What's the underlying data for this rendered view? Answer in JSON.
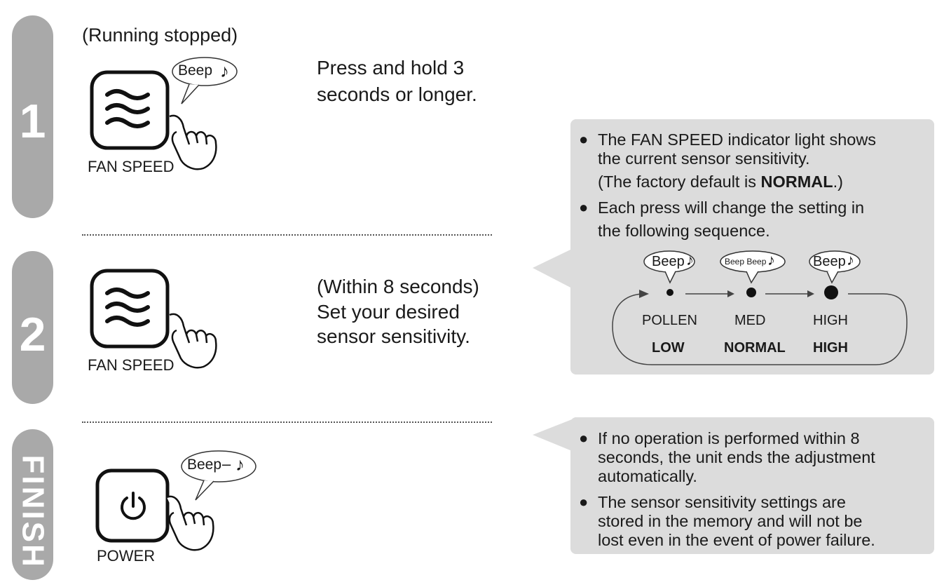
{
  "step1": {
    "number": "1",
    "status": "(Running stopped)",
    "bubble": "Beep",
    "button_label": "FAN SPEED",
    "instruction_line1": "Press and hold 3",
    "instruction_line2": "seconds or longer.",
    "button_icon": "fan-wave-icon"
  },
  "step2": {
    "number": "2",
    "button_label": "FAN SPEED",
    "instruction_line1": "(Within 8 seconds)",
    "instruction_line2": "Set your desired",
    "instruction_line3": "sensor sensitivity.",
    "button_icon": "fan-wave-icon"
  },
  "finish": {
    "label": "FINISH",
    "bubble": "Beep",
    "bubble_dash": "–",
    "button_label": "POWER",
    "button_icon": "power-icon"
  },
  "note1": {
    "bullet1_line1": "The FAN SPEED indicator light shows",
    "bullet1_line2": "the current sensor sensitivity.",
    "bullet1_line3_prefix": "(The factory default is ",
    "bullet1_line3_bold": "NORMAL",
    "bullet1_line3_suffix": ".)",
    "bullet2_line1": "Each press will change the setting in",
    "bullet2_line2": "the following sequence.",
    "sequence": [
      {
        "bubble": "Beep",
        "indicator": "POLLEN",
        "sensitivity": "LOW"
      },
      {
        "bubble": "Beep Beep",
        "indicator": "MED",
        "sensitivity": "NORMAL"
      },
      {
        "bubble": "Beep",
        "indicator": "HIGH",
        "sensitivity": "HIGH"
      }
    ]
  },
  "note2": {
    "bullet1_line1": "If no operation is performed within 8",
    "bullet1_line2": "seconds, the unit ends the adjustment",
    "bullet1_line3": "automatically.",
    "bullet2_line1": "The sensor sensitivity settings are",
    "bullet2_line2": "stored in the memory and will not be",
    "bullet2_line3": "lost even in the event of power failure."
  },
  "colors": {
    "tab": "#a9a9a9",
    "note_bg": "#dcdcdc",
    "text": "#1a1a1a"
  }
}
